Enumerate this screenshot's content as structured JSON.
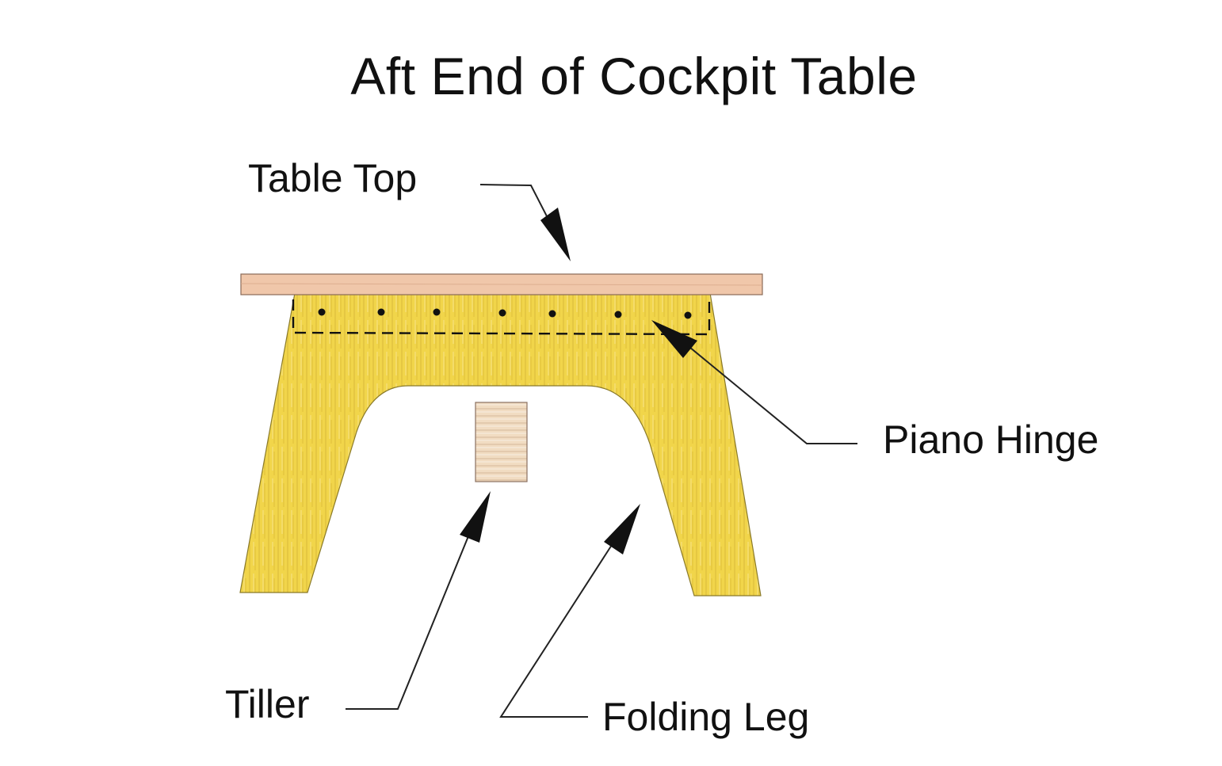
{
  "diagram": {
    "title": "Aft End of Cockpit Table",
    "labels": {
      "table_top": "Table Top",
      "piano_hinge": "Piano Hinge",
      "tiller": "Tiller",
      "folding_leg": "Folding Leg"
    },
    "colors": {
      "table_top": "#f0c7aa",
      "leg": "#f1d54a",
      "leg_grain": "#c8a52a",
      "tiller": "#f1dcc2",
      "tiller_grain": "#b89873",
      "line": "#111111"
    }
  }
}
